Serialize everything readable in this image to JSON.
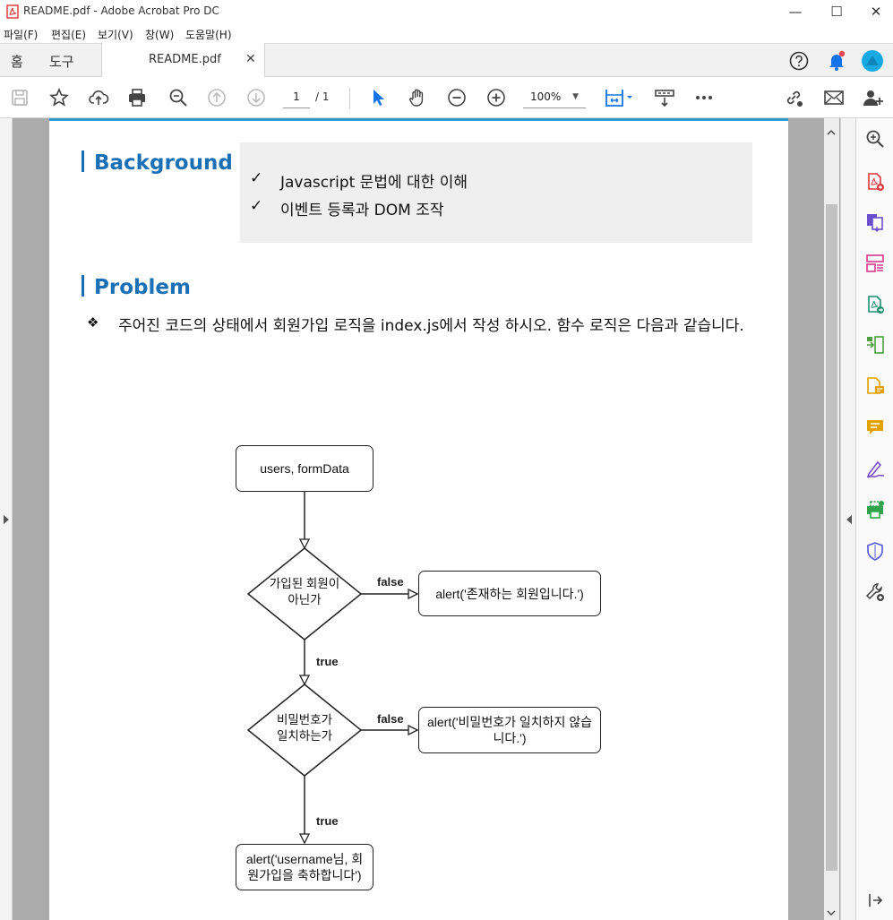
{
  "window": {
    "title": "README.pdf - Adobe Acrobat Pro DC",
    "minimize": "—",
    "maximize": "☐",
    "close": "✕"
  },
  "menu": [
    "파일(F)",
    "편집(E)",
    "보기(V)",
    "창(W)",
    "도움말(H)"
  ],
  "nav": {
    "home": "홈",
    "tools": "도구"
  },
  "tab": {
    "label": "README.pdf",
    "close": "✕"
  },
  "toolbar": {
    "page_current": "1",
    "page_total": "/  1",
    "zoom": "100%"
  },
  "colors": {
    "heading": "#1b6fb5",
    "accent_line": "#2f9bd4",
    "acrobat_red": "#d8232a"
  },
  "document": {
    "background": {
      "heading": "Background",
      "items": [
        {
          "mark": "✓",
          "text": "Javascript 문법에 대한 이해"
        },
        {
          "mark": "✓",
          "text": "이벤트 등록과 DOM 조작"
        }
      ]
    },
    "problem": {
      "heading": "Problem",
      "bullet": "❖",
      "text": "주어진 코드의 상태에서 회원가입 로직을 index.js에서 작성 하시오. 함수 로직은 다음과 같습니다."
    },
    "flowchart": {
      "start": "users, formData",
      "decision1": "가입된 회원이\n아닌가",
      "decision2": "비밀번호가\n일치하는가",
      "alert_exists": "alert('존재하는 회원입니다.')",
      "alert_mismatch": "alert('비밀번호가 일치하지 않습\n니다.')",
      "alert_success": "alert('username님, 회\n원가입을 축하합니다')",
      "edge_false": "false",
      "edge_true": "true"
    }
  },
  "right_tools": [
    "zoom-icon",
    "create-pdf-icon",
    "combine-icon",
    "organize-icon",
    "export-icon",
    "compress-icon",
    "comment-doc-icon",
    "comment-icon",
    "sign-icon",
    "print-icon",
    "protect-icon",
    "tools-icon",
    "collapse-icon"
  ]
}
